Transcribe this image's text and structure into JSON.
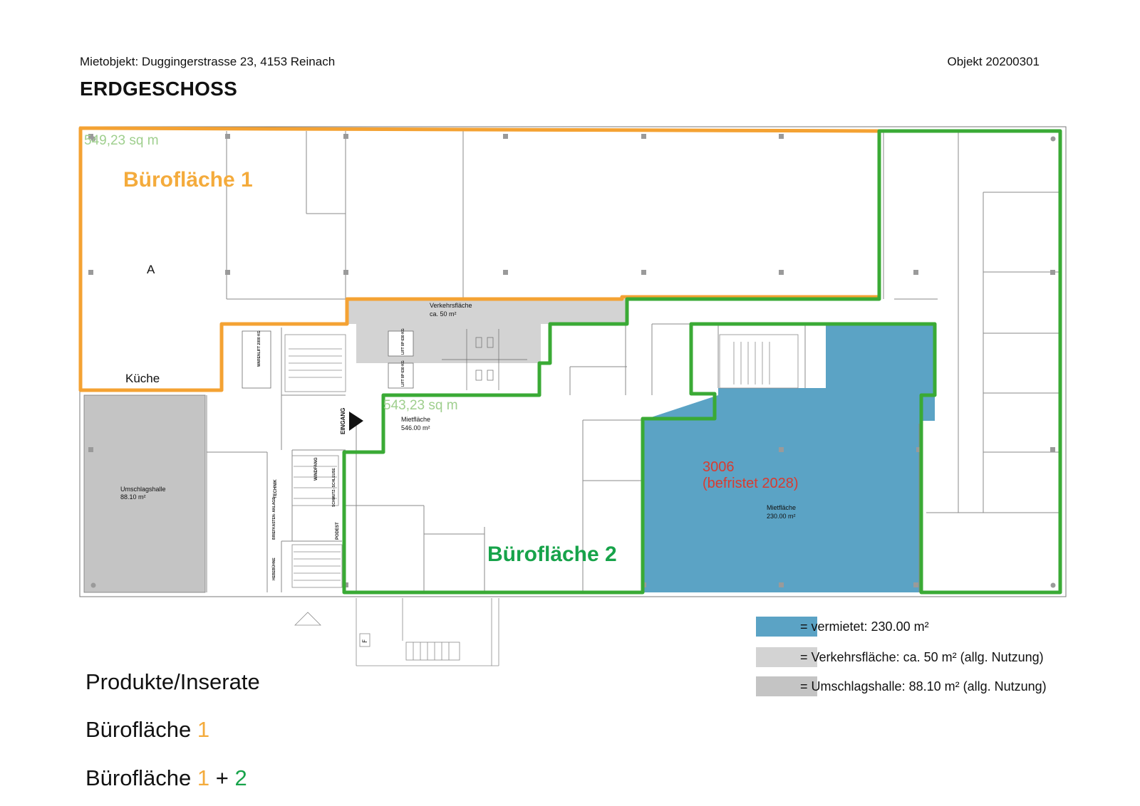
{
  "header": {
    "object_address": "Mietobjekt: Duggingerstrasse 23, 4153 Reinach",
    "object_number": "Objekt 20200301",
    "floor": "ERDGESCHOSS"
  },
  "plan": {
    "area_1_sqm": "549,23 sq m",
    "area_1_name": "Bürofläche 1",
    "room_a": "A",
    "kitchen": "Küche",
    "traffic_area_title": "Verkehrsfläche",
    "traffic_area_value": "ca. 50 m²",
    "area_2_sqm": "543,23 sq m",
    "rent_area_label": "Mietfläche",
    "rent_area_value": "546.00 m²",
    "entrance": "EINGANG",
    "handling_hall_title": "Umschlagshalle",
    "handling_hall_value": "88.10 m²",
    "rented_unit": "3006",
    "rented_note": "(befristet 2028)",
    "rented_area_label": "Mietfläche",
    "rented_area_value": "230.00 m²",
    "area_2_name": "Bürofläche 2",
    "freight_lift": "WARENLIFT 2000 KG",
    "lift_1": "LIFT 8P 630 KG",
    "lift_2": "LIFT 8P 630 KG",
    "technik": "TECHNIK",
    "windfang": "WINDFANG",
    "schmutzschleuse": "SCHMUTZ- SCHLEUSE",
    "briefkasten": "BRIEFKASTEN- ANLAGE",
    "podest": "PODEST",
    "hebebuehne": "HEBEBÜHNE",
    "marker_f": "F",
    "colors": {
      "area_1_outline": "#f4a233",
      "area_2_outline": "#3aaa35",
      "rented_fill": "#5ba3c5",
      "traffic_fill": "#d3d3d3",
      "hall_fill": "#c4c4c4",
      "rented_label": "#d93b30",
      "walls": "#7a7a7a"
    }
  },
  "legend": [
    {
      "swatch_color": "#5ba3c5",
      "text": "= vermietet: 230.00 m²"
    },
    {
      "swatch_color": "#d3d3d3",
      "text": "= Verkehrsfläche: ca. 50 m² (allg. Nutzung)"
    },
    {
      "swatch_color": "#c4c4c4",
      "text": "= Umschlagshalle: 88.10 m² (allg. Nutzung)"
    }
  ],
  "products": {
    "heading": "Produkte/Inserate",
    "item1_text": "Bürofläche",
    "item1_num": "1",
    "item2_text": "Bürofläche",
    "item2_num_a": "1",
    "item2_plus": "+",
    "item2_num_b": "2"
  }
}
